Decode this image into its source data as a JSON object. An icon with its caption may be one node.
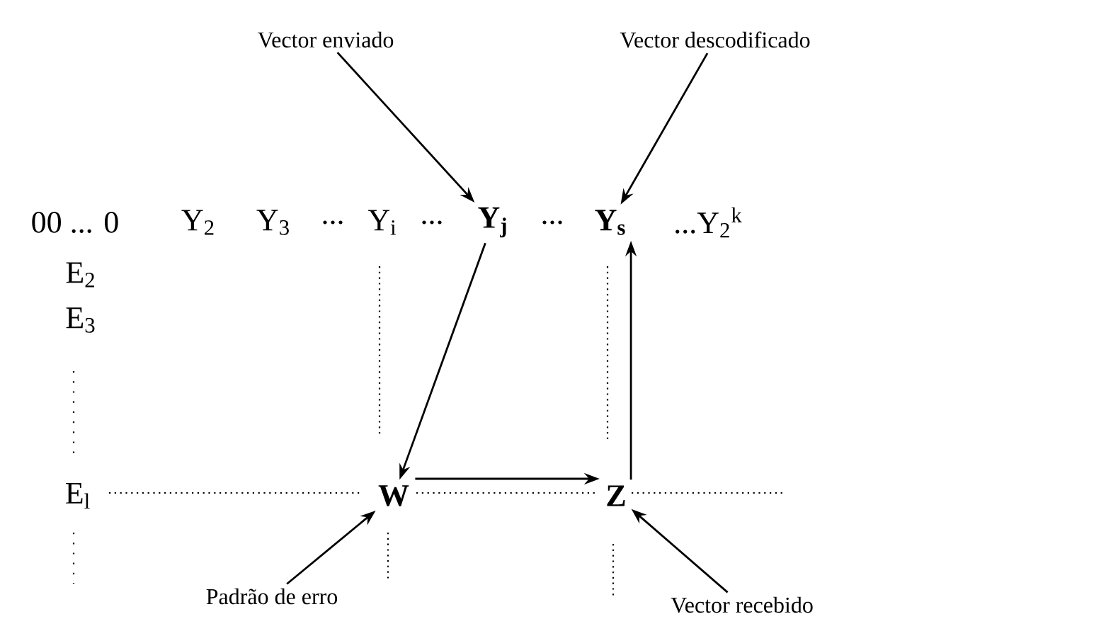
{
  "diagram": {
    "nodes": [
      {
        "text": [
          "Vector enviado"
        ]
      },
      {
        "text": [
          "Vector descodificado"
        ]
      },
      {
        "text": [
          "Y$_{j}$"
        ]
      },
      {
        "text": [
          "Y$_{s}$"
        ]
      },
      {
        "text": [
          "W"
        ]
      },
      {
        "text": [
          "Z"
        ]
      },
      {
        "text": [
          "Padrão de erro"
        ]
      },
      {
        "text": [
          "Vector recebido"
        ]
      }
    ],
    "edges": [
      {
        "from": 0,
        "to": 2,
        "arrow": "to"
      },
      {
        "from": 1,
        "to": 3,
        "arrow": "to"
      },
      {
        "from": 2,
        "to": 4,
        "arrow": "to"
      },
      {
        "from": 4,
        "to": 5,
        "arrow": "to"
      },
      {
        "from": 5,
        "to": 3,
        "arrow": "to"
      },
      {
        "from": 6,
        "to": 4,
        "arrow": "to"
      },
      {
        "from": 7,
        "to": 5,
        "arrow": "to"
      }
    ],
    "labels": [
      "00 ... 0",
      "Y$_{2}$",
      "Y$_{3}$",
      "...",
      "Y$_{i}$",
      "...",
      "...",
      "...Y$_{2}$$^{k}$",
      "E$_{2}$",
      "E$_{3}$",
      "E$_{l}$"
    ]
  }
}
